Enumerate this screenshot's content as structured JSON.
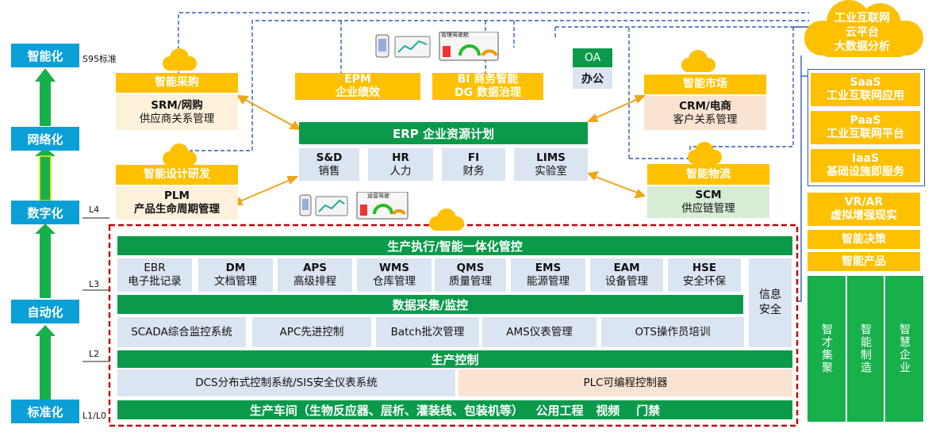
{
  "left_column": {
    "levels": [
      "智能化",
      "网络化",
      "数字化",
      "自动化",
      "标准化"
    ],
    "annotations": {
      "s95": "S95标准",
      "l4": "L4",
      "l3": "L3",
      "l2": "L2",
      "l1": "L1/L0"
    }
  },
  "cloud_platform": {
    "lines": [
      "工业互联网",
      "云平台",
      "大数据分析"
    ]
  },
  "top_modules": {
    "smart_purchase": {
      "title": "智能采购",
      "line1": "SRM/网购",
      "line2": "供应商关系管理"
    },
    "smart_design": {
      "title": "智能设计研发",
      "line1": "PLM",
      "line2": "产品生命周期管理"
    },
    "epm": {
      "line1": "EPM",
      "line2": "企业绩效"
    },
    "bi": {
      "line1": "BI 商务智能",
      "line2": "DG 数据治理"
    },
    "oa": {
      "line1": "OA",
      "line2": "办公"
    },
    "smart_market": {
      "title": "智能市场",
      "line1": "CRM/电商",
      "line2": "客户关系管理"
    },
    "smart_logistics": {
      "title": "智能物流",
      "line1": "SCM",
      "line2": "供应链管理"
    }
  },
  "dashboard_thumbs": {
    "top": "管理驾驶舱",
    "bottom": "运营驾驶"
  },
  "erp": {
    "title": "ERP 企业资源计划",
    "modules": [
      {
        "code": "S&D",
        "name": "销售"
      },
      {
        "code": "HR",
        "name": "人力"
      },
      {
        "code": "FI",
        "name": "财务"
      },
      {
        "code": "LIMS",
        "name": "实验室"
      }
    ]
  },
  "mes": {
    "title": "生产执行/智能一体化管控",
    "modules": [
      {
        "code": "EBR",
        "name": "电子批记录"
      },
      {
        "code": "DM",
        "name": "文档管理"
      },
      {
        "code": "APS",
        "name": "高级排程"
      },
      {
        "code": "WMS",
        "name": "仓库管理"
      },
      {
        "code": "QMS",
        "name": "质量管理"
      },
      {
        "code": "EMS",
        "name": "能源管理"
      },
      {
        "code": "EAM",
        "name": "设备管理"
      },
      {
        "code": "HSE",
        "name": "安全环保"
      }
    ],
    "info_security": "信息安全"
  },
  "data_acq": {
    "title": "数据采集/监控",
    "items": [
      "SCADA综合监控系统",
      "APC先进控制",
      "Batch批次管理",
      "AMS仪表管理",
      "OTS操作员培训"
    ]
  },
  "prod_control": {
    "title": "生产控制",
    "dcs": "DCS分布式控制系统/SIS安全仪表系统",
    "plc": "PLC可编程控制器"
  },
  "workshop": "生产车间（生物反应器、层析、灌装线、包装机等）   公用工程   视频    门禁",
  "right_stack": {
    "saas": {
      "line1": "SaaS",
      "line2": "工业互联网应用"
    },
    "paas": {
      "line1": "PaaS",
      "line2": "工业互联网平台"
    },
    "iaas": {
      "line1": "IaaS",
      "line2": "基础设施即服务"
    },
    "vrar": {
      "line1": "VR/AR",
      "line2": "虚拟增强现实"
    },
    "decision": "智能决策",
    "product": "智能产品",
    "columns": [
      "智才集聚",
      "智能制造",
      "智慧企业"
    ]
  },
  "colors": {
    "blue": "#0aa0d6",
    "green": "#0a9a4a",
    "orange": "#ffc000",
    "dashed_red": "#c00000",
    "dashed_blue": "#2f5fb3"
  }
}
